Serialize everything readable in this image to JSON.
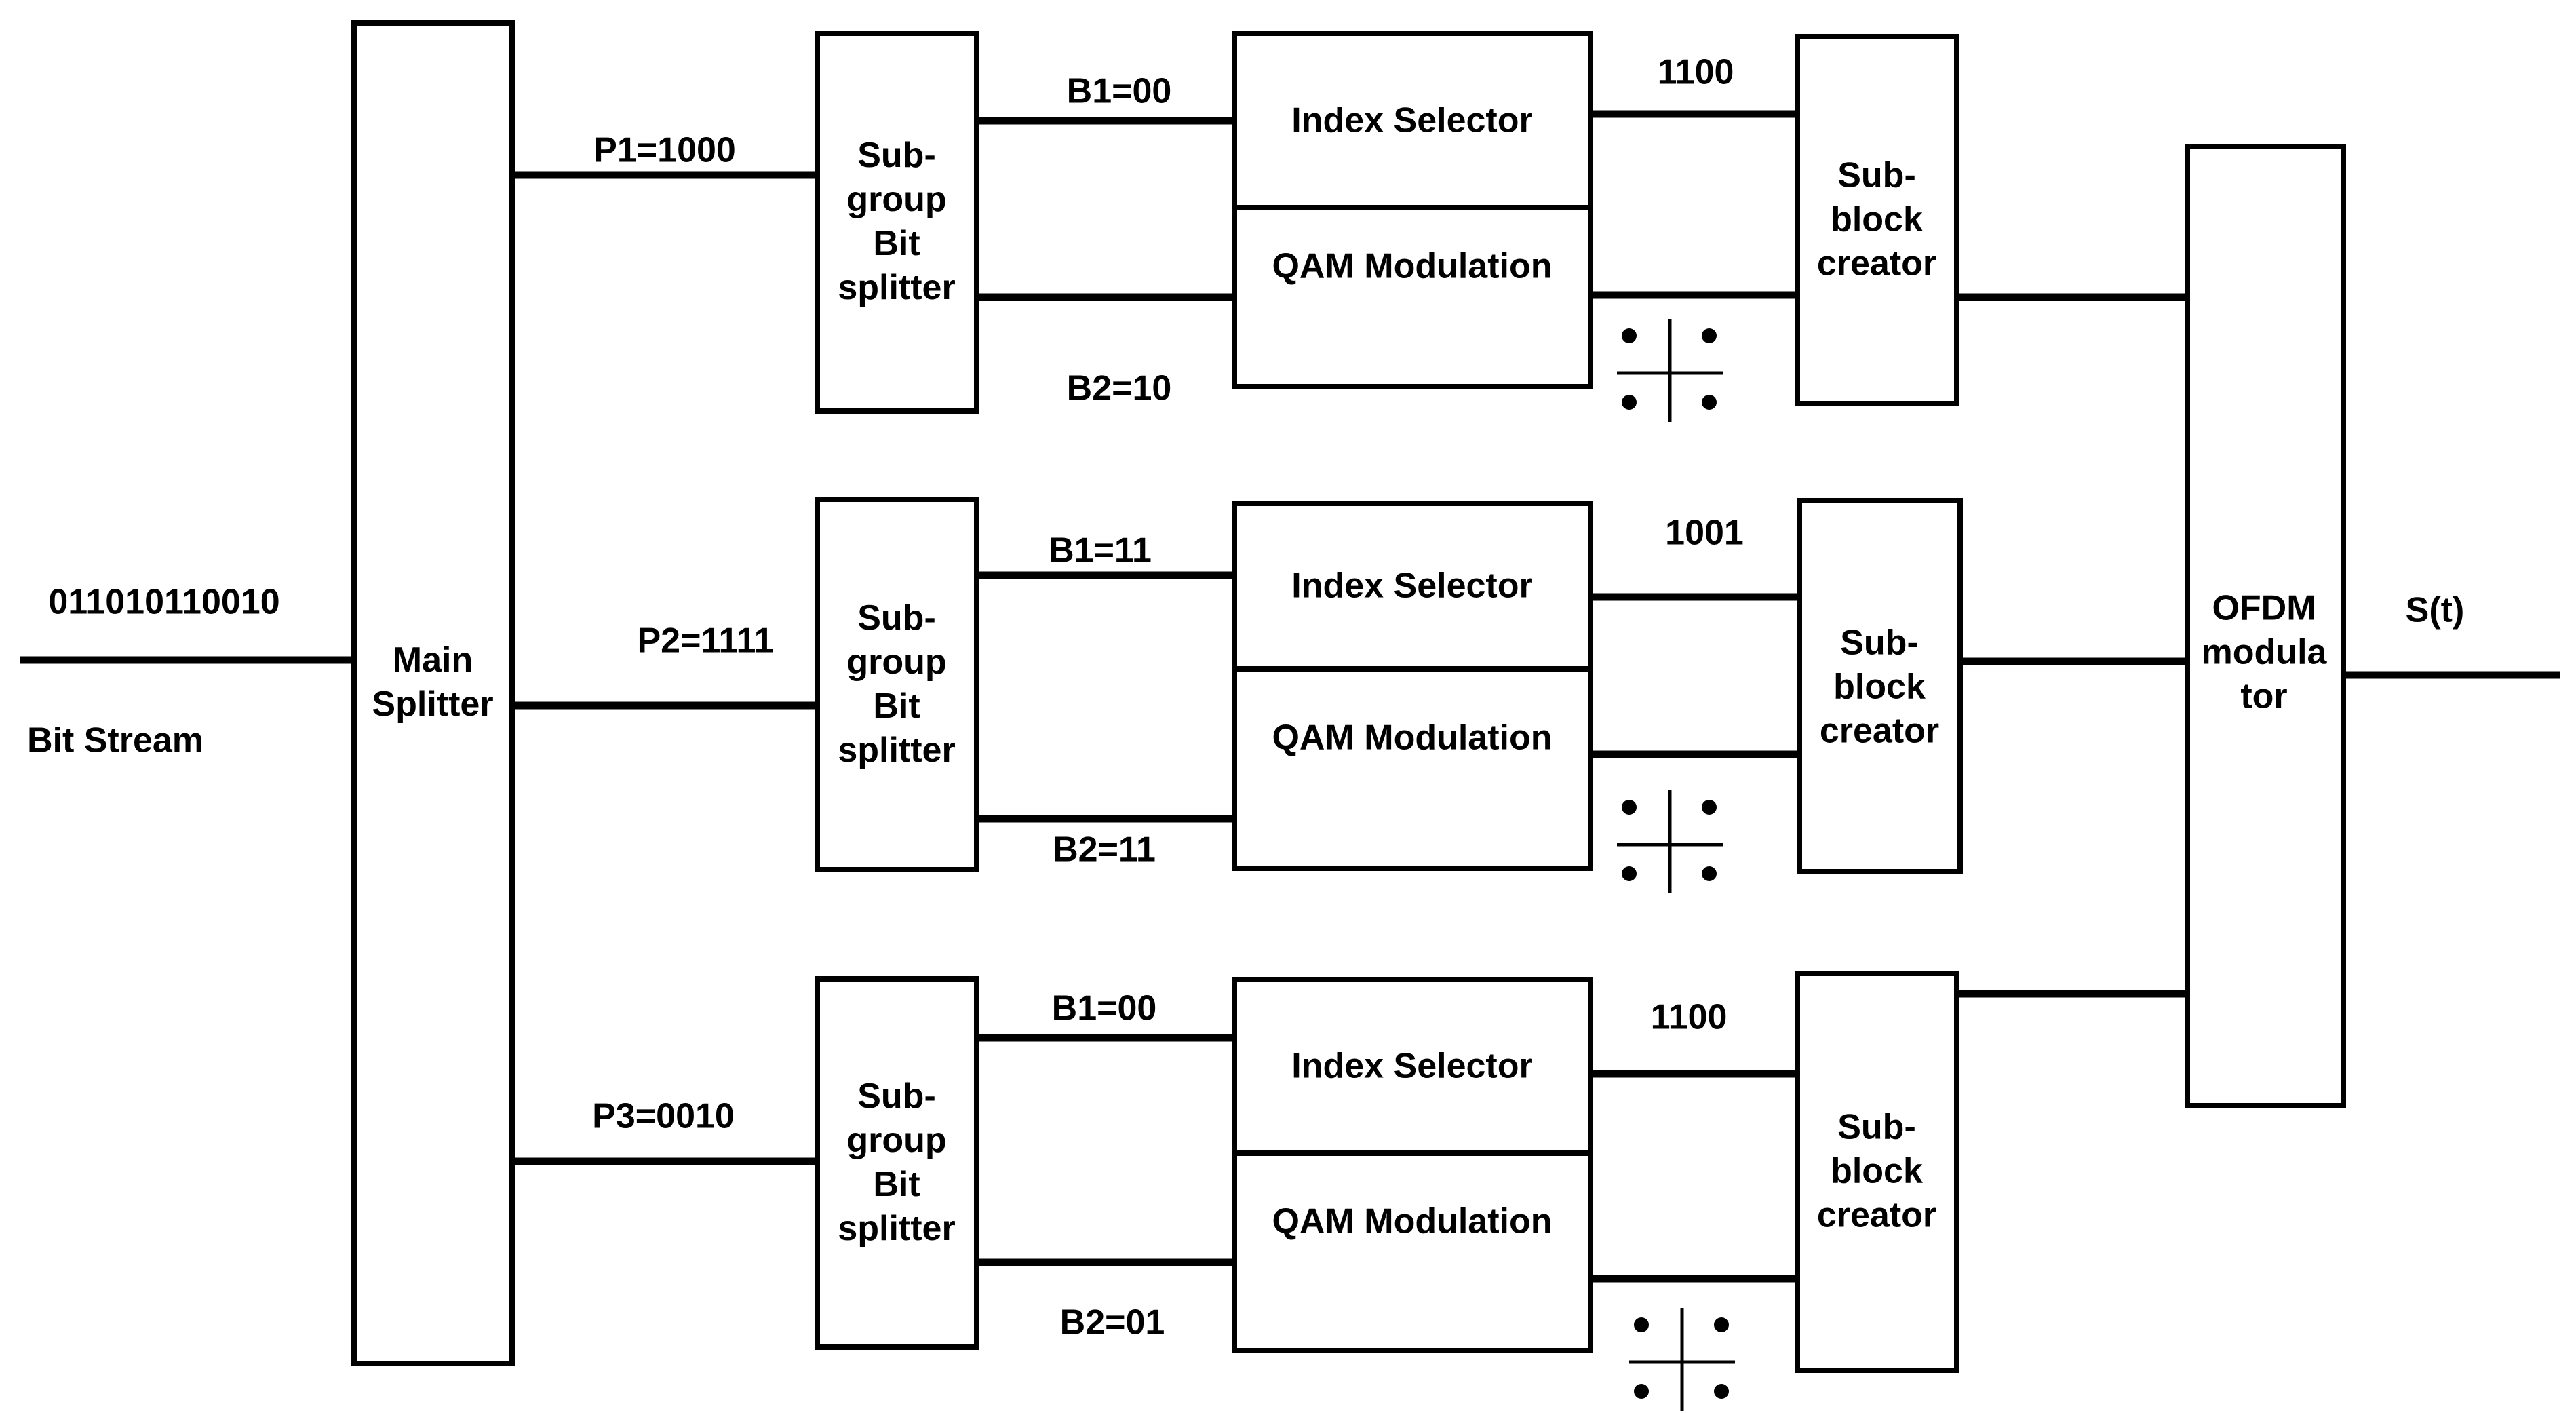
{
  "colors": {
    "background": "#ffffff",
    "line": "#000000",
    "text": "#000000"
  },
  "input": {
    "bits": "011010110010",
    "label": "Bit Stream"
  },
  "main_splitter": {
    "label": "Main\nSplitter"
  },
  "branches": [
    {
      "p_label": "P1=1000",
      "subgroup_label": "Sub-\ngroup\nBit\nsplitter",
      "b1_label": "B1=00",
      "b2_label": "B2=10",
      "index_selector_label": "Index Selector",
      "qam_label": "QAM Modulation",
      "index_bits": "1100",
      "subblock_label": "Sub-\nblock\ncreator",
      "constellation_icon": "qam-constellation-4-points"
    },
    {
      "p_label": "P2=1111",
      "subgroup_label": "Sub-\ngroup\nBit\nsplitter",
      "b1_label": "B1=11",
      "b2_label": "B2=11",
      "index_selector_label": "Index Selector",
      "qam_label": "QAM Modulation",
      "index_bits": "1001",
      "subblock_label": "Sub-\nblock\ncreator",
      "constellation_icon": "qam-constellation-4-points"
    },
    {
      "p_label": "P3=0010",
      "subgroup_label": "Sub-\ngroup\nBit\nsplitter",
      "b1_label": "B1=00",
      "b2_label": "B2=01",
      "index_selector_label": "Index Selector",
      "qam_label": "QAM Modulation",
      "index_bits": "1100",
      "subblock_label": "Sub-\nblock\ncreator",
      "constellation_icon": "qam-constellation-4-points"
    }
  ],
  "ofdm": {
    "label": "OFDM\nmodula\ntor"
  },
  "output": {
    "label": "S(t)"
  }
}
